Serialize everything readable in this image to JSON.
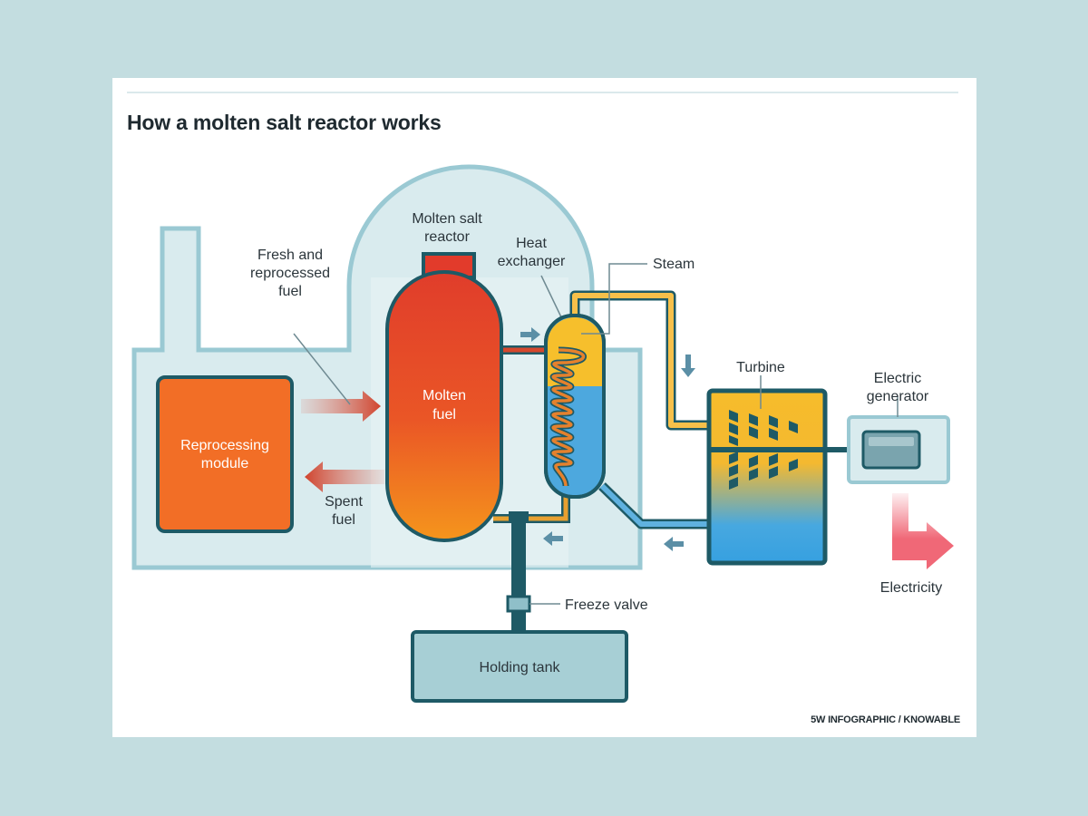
{
  "title": "How a molten salt reactor works",
  "credit": "5W INFOGRAPHIC / KNOWABLE",
  "labels": {
    "reactor_line1": "Molten salt",
    "reactor_line2": "reactor",
    "fresh_line1": "Fresh and",
    "fresh_line2": "reprocessed",
    "fresh_line3": "fuel",
    "heatx_line1": "Heat",
    "heatx_line2": "exchanger",
    "steam": "Steam",
    "turbine": "Turbine",
    "generator_line1": "Electric",
    "generator_line2": "generator",
    "molten_line1": "Molten",
    "molten_line2": "fuel",
    "reproc_line1": "Reprocessing",
    "reproc_line2": "module",
    "spent_line1": "Spent",
    "spent_line2": "fuel",
    "electricity": "Electricity",
    "freeze_valve": "Freeze valve",
    "holding_tank": "Holding tank"
  },
  "colors": {
    "background": "#c3dde0",
    "building_fill": "#d9ebee",
    "outline": "#1e5a66",
    "fuel_red": "#e2402a",
    "fuel_orange": "#f27b20",
    "steam_yellow": "#f6bf2c",
    "water_blue": "#4aa7df",
    "electricity_pink": "#f06877"
  }
}
